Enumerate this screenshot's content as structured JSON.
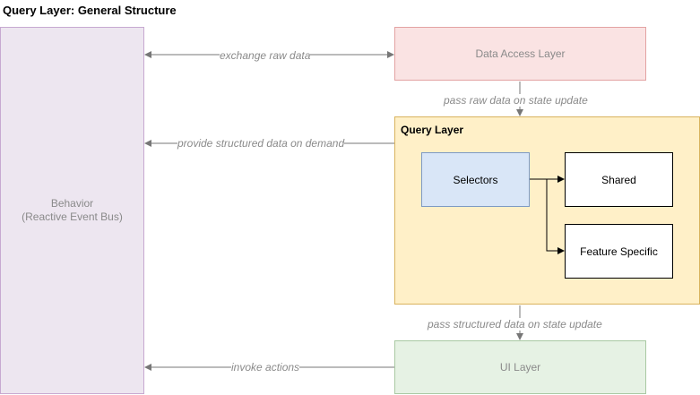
{
  "title": "Query Layer: General Structure",
  "nodes": {
    "behavior": {
      "line1": "Behavior",
      "line2": "(Reactive Event Bus)"
    },
    "data_access": "Data Access Layer",
    "query_layer": "Query Layer",
    "selectors": "Selectors",
    "shared": "Shared",
    "feature_specific": "Feature Specific",
    "ui_layer": "UI Layer"
  },
  "edges": {
    "exchange": "exchange raw data",
    "pass_raw": "pass raw data on state update",
    "provide": "provide structured data on demand",
    "pass_structured": "pass structured data on state update",
    "invoke": "invoke actions"
  }
}
